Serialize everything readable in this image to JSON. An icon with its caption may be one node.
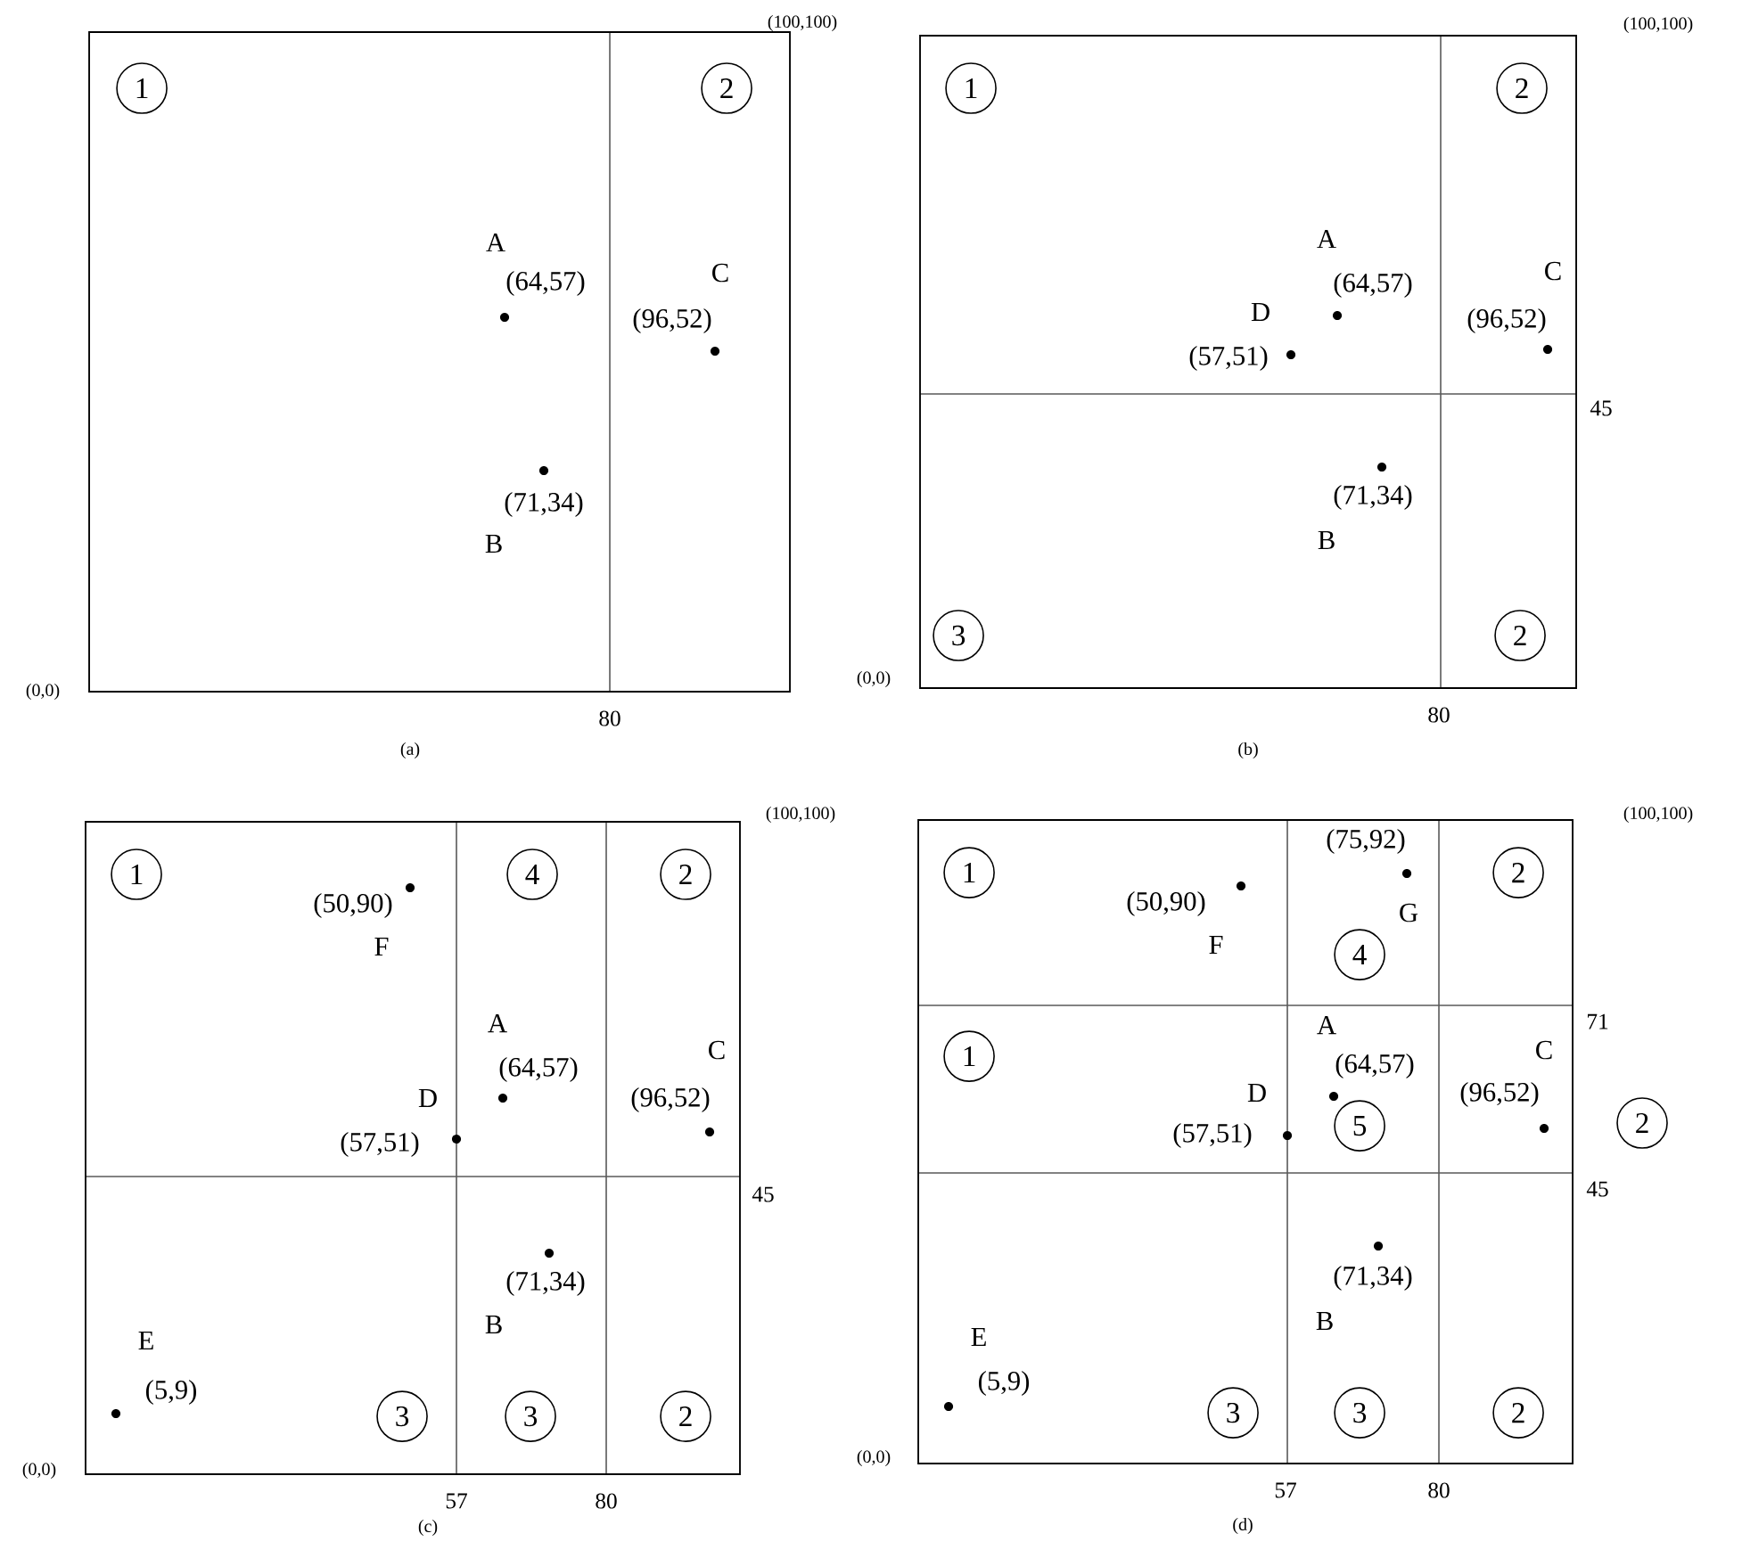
{
  "diagram": {
    "nodes": [
      {
        "text": [],
        "shape": "box",
        "beside": [
          "(a)"
        ]
      },
      {
        "text": [
          "1"
        ],
        "in": 0
      },
      {
        "text": [
          "2"
        ],
        "in": 0
      },
      {
        "text": [],
        "shape": "box",
        "beside": [
          "(b)"
        ]
      },
      {
        "text": [
          "1"
        ],
        "in": 3
      },
      {
        "text": [
          "2"
        ],
        "in": 3
      },
      {
        "text": [
          "3"
        ],
        "in": 3
      },
      {
        "text": [
          "2"
        ],
        "in": 3
      },
      {
        "text": [],
        "shape": "box",
        "beside": [
          "(c)"
        ]
      },
      {
        "text": [
          "1"
        ],
        "in": 8
      },
      {
        "text": [
          "4"
        ],
        "in": 8
      },
      {
        "text": [
          "2"
        ],
        "in": 8
      },
      {
        "text": [
          "3"
        ],
        "in": 8
      },
      {
        "text": [
          "3"
        ],
        "in": 8
      },
      {
        "text": [
          "2"
        ],
        "in": 8
      },
      {
        "text": [],
        "shape": "box",
        "beside": [
          "(d)"
        ]
      },
      {
        "text": [
          "1"
        ],
        "in": 15
      },
      {
        "text": [
          "2"
        ],
        "in": 15
      },
      {
        "text": [
          "4"
        ],
        "in": 15
      },
      {
        "text": [
          "1"
        ],
        "in": 15
      },
      {
        "text": [
          "5"
        ],
        "in": 15
      },
      {
        "text": [
          "2"
        ]
      },
      {
        "text": [
          "3"
        ],
        "in": 15
      },
      {
        "text": [
          "3"
        ],
        "in": 15
      },
      {
        "text": [
          "2"
        ],
        "in": 15
      }
    ],
    "labels": [
      "(100,100)",
      "A",
      "(64,57)",
      "C",
      "(96,52)",
      "(71,34)",
      "B",
      "(0,0)",
      "80",
      "(100,100)",
      "A",
      "(64,57)",
      "D",
      "C",
      "(96,52)",
      "(57,51)",
      "45",
      "(71,34)",
      "B",
      "(0,0)",
      "80",
      "(100,100)",
      "(50,90)",
      "F",
      "A",
      "(64,57)",
      "D",
      "C",
      "(96,52)",
      "(57,51)",
      "45",
      "(71,34)",
      "B",
      "E",
      "(5,9)",
      "(0,0)",
      "57",
      "80",
      "(100,100)",
      "(75,92)",
      "(50,90)",
      "G",
      "F",
      "A",
      "71",
      "(64,57)",
      "D",
      "C",
      "(96,52)",
      "(57,51)",
      "45",
      "(71,34)",
      "B",
      "E",
      "(5,9)",
      "(0,0)",
      "57",
      "80"
    ]
  }
}
